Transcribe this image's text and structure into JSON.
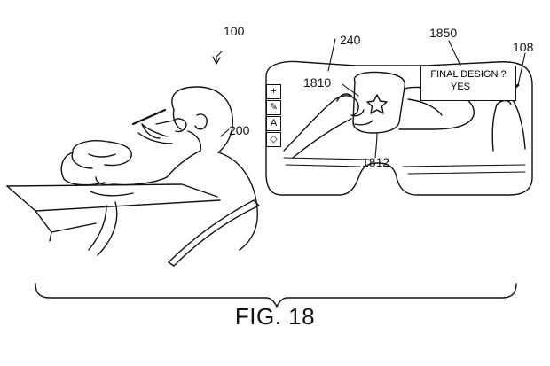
{
  "figure": {
    "caption": "FIG. 18"
  },
  "reference_numerals": {
    "system": "100",
    "user": "200",
    "display_view": "240",
    "physical_object": "1810",
    "virtual_mark": "1812",
    "hud_prompt": "1850",
    "stylus": "108"
  },
  "hud": {
    "question": "FINAL DESIGN ?",
    "answer": "YES"
  },
  "toolbar": {
    "tools": [
      {
        "icon": "plus-icon",
        "glyph": "+"
      },
      {
        "icon": "pen-icon",
        "glyph": "✎"
      },
      {
        "icon": "text-icon",
        "glyph": "A"
      },
      {
        "icon": "eraser-icon",
        "glyph": "◇"
      }
    ]
  }
}
